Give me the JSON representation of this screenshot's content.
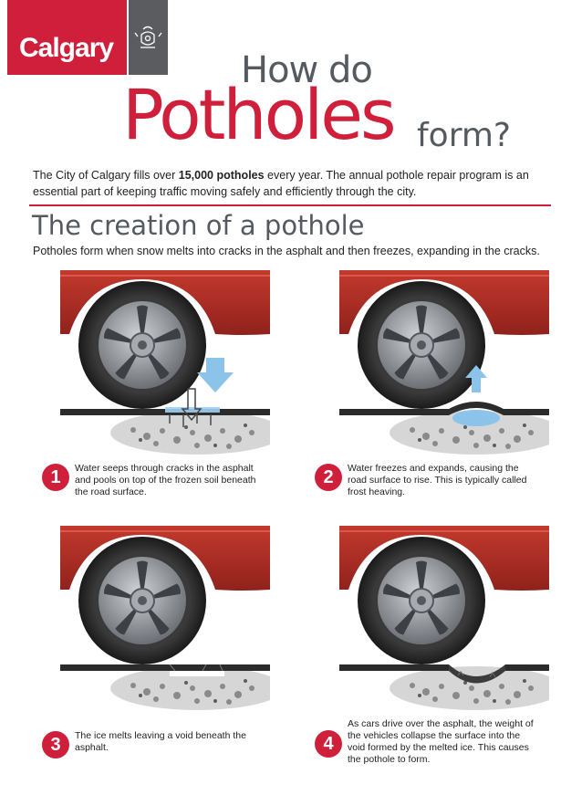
{
  "brand": {
    "name": "Calgary",
    "crest": "city-crest"
  },
  "title": {
    "line1": "How do",
    "line2": "Potholes",
    "line3": "form?"
  },
  "intro": {
    "before": "The City of Calgary fills over ",
    "bold": "15,000 potholes",
    "after": " every year. The annual pothole repair program is an essential part of keeping traffic moving safely and efficiently through the city."
  },
  "section": {
    "heading": "The creation of a pothole",
    "subheading": "Potholes form when snow melts into cracks in the asphalt and then freezes, expanding in the cracks."
  },
  "steps": [
    {
      "number": "1",
      "text": "Water seeps through cracks in the asphalt and pools on top of the frozen soil beneath the road surface."
    },
    {
      "number": "2",
      "text": "Water freezes and expands, causing the road surface to rise. This is typically called frost heaving."
    },
    {
      "number": "3",
      "text": "The ice melts leaving a void beneath the asphalt."
    },
    {
      "number": "4",
      "text": "As cars drive over the asphalt, the weight of the vehicles collapse the surface into the void formed by the melted ice. This causes the pothole to form."
    }
  ],
  "colors": {
    "brand_red": "#cf1f3b",
    "car_red": "#b63028",
    "gray": "#555a60",
    "water": "#8cc3ea"
  }
}
